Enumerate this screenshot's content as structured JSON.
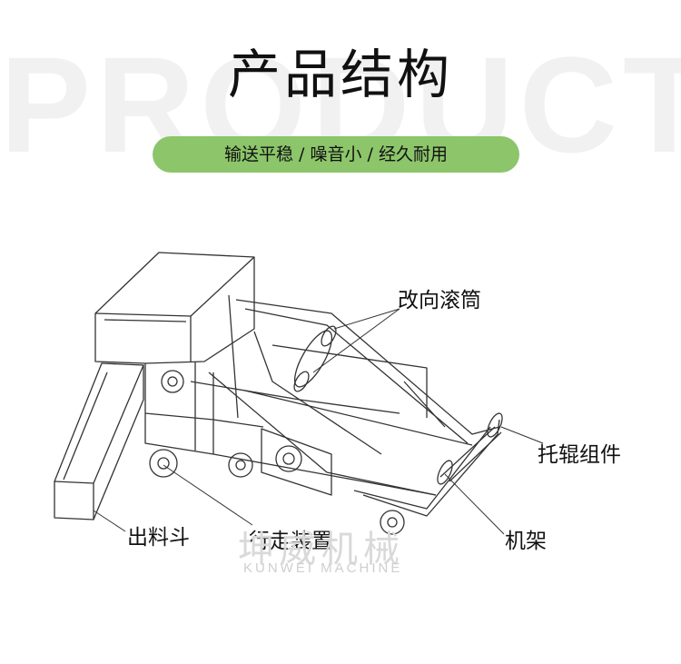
{
  "background_word": "PRODUCT",
  "title": "产品结构",
  "subtitle": "输送平稳 /  噪音小  /  经久耐用",
  "labels": {
    "redirect_drum": "改向滚筒",
    "idler_assembly": "托辊组件",
    "frame": "机架",
    "travel_device": "行走装置",
    "discharge_hopper": "出料斗"
  },
  "watermark": {
    "chinese": "坤威机械",
    "english": "KUNWEI MACHINE"
  },
  "colors": {
    "accent_green": "#8cc56a",
    "line": "#333333",
    "text": "#111111"
  }
}
